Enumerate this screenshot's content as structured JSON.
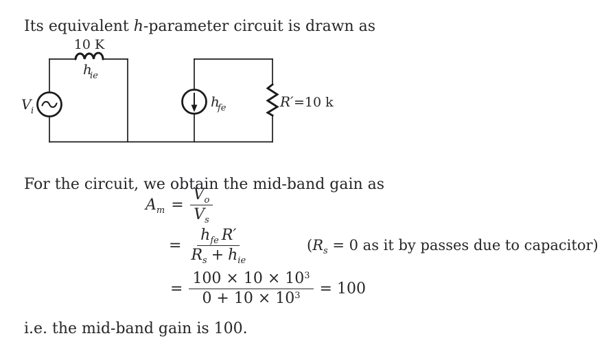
{
  "colors": {
    "text": "#26262a",
    "wire": "#1b1b1b",
    "background": "#ffffff"
  },
  "intro": {
    "pre": "Its equivalent ",
    "italic_var": "h",
    "post": "-parameter circuit is drawn as"
  },
  "circuit": {
    "series_value": "10 K",
    "hie_base": "h",
    "hie_sub": "ie",
    "source_base": "V",
    "source_sub": "i",
    "hfe_base": "h",
    "hfe_sub": "fe",
    "load_base": "R′",
    "load_value": "=10 k"
  },
  "paragraph2": "For the circuit, we obtain the mid-band gain as",
  "math": {
    "line1": {
      "lhs_base": "A",
      "lhs_sub": "m",
      "equals": "=",
      "num_base": "V",
      "num_sub": "o",
      "den_base": "V",
      "den_sub": "s"
    },
    "line2": {
      "equals": "=",
      "num_h": "h",
      "num_h_sub": "fe",
      "num_r": "R′",
      "den_r": "R",
      "den_r_sub": "s",
      "den_op": "+",
      "den_h": "h",
      "den_h_sub": "ie",
      "note_pre": "(",
      "note_var": "R",
      "note_var_sub": "s",
      "note_post": " = 0 as it by passes due to capacitor)"
    },
    "line3": {
      "equals": "=",
      "num_main": "100 × 10 × 10",
      "num_sup": "3",
      "den_main": "0 + 10 × 10",
      "den_sup": "3",
      "result": "= 100"
    }
  },
  "conclusion": "i.e. the mid-band gain is 100."
}
